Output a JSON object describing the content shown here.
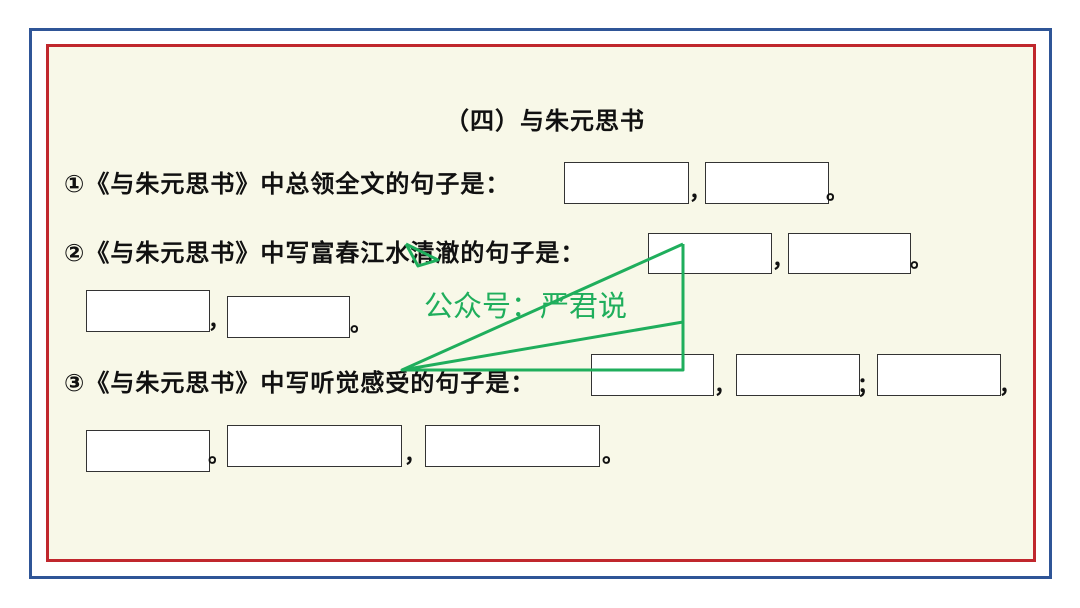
{
  "title": "（四）与朱元思书",
  "questions": [
    {
      "text": "①《与朱元思书》中总领全文的句子是："
    },
    {
      "text": "②《与朱元思书》中写富春江水清澈的句子是："
    },
    {
      "text": "③《与朱元思书》中写听觉感受的句子是："
    }
  ],
  "punctuation": {
    "comma": "，",
    "period": "。",
    "semicolon": "；"
  },
  "watermark": {
    "text": "公众号：严君说",
    "color": "#1fae5c"
  },
  "colors": {
    "outer_border": "#2f5597",
    "inner_border": "#c0272d",
    "background": "#f8f8e8"
  }
}
